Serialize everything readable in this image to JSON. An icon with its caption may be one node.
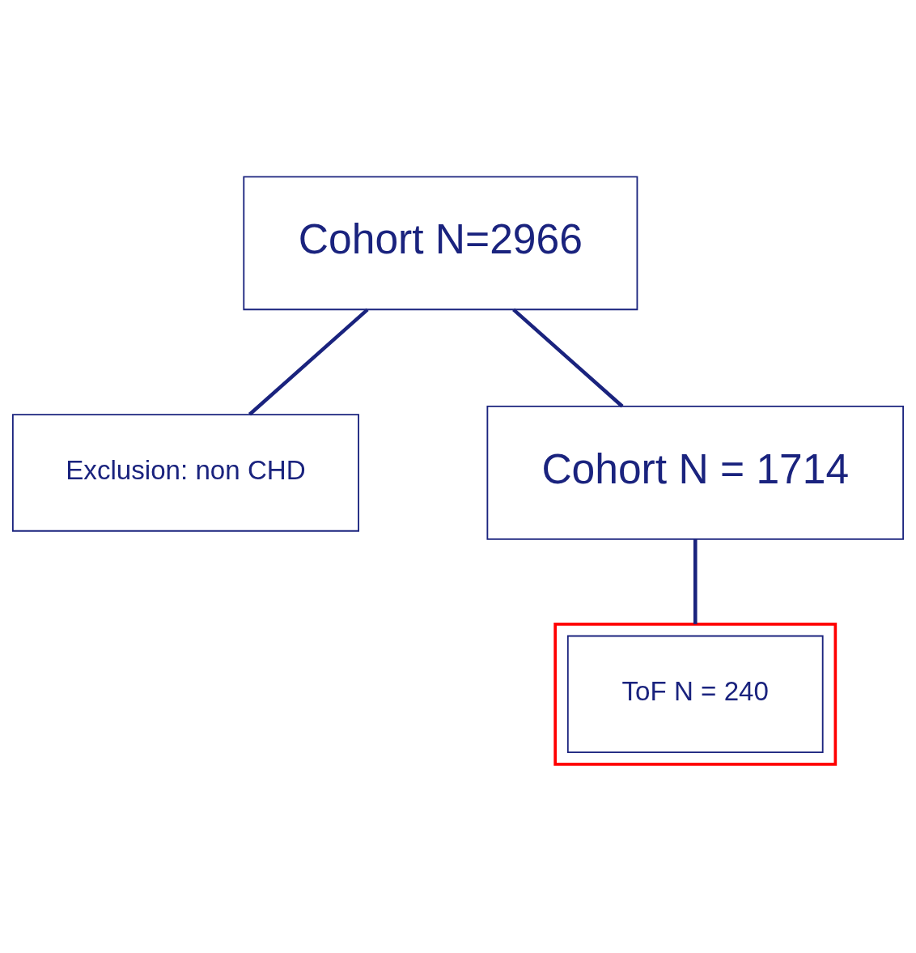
{
  "diagram": {
    "nodes": [
      {
        "text": [
          "Cohort N=2966"
        ]
      },
      {
        "text": [
          "Exclusion: non CHD"
        ]
      },
      {
        "text": [
          "Cohort N = 1714"
        ]
      },
      {
        "text": [],
        "shape": "box"
      },
      {
        "text": [
          "ToF N = 240"
        ],
        "in": 3
      }
    ],
    "edges": [
      {
        "from": 0,
        "to": 2,
        "arrow": "none"
      },
      {
        "from": 0,
        "to": 1,
        "arrow": "none"
      },
      {
        "from": 2,
        "to": 3,
        "arrow": "none"
      }
    ]
  }
}
